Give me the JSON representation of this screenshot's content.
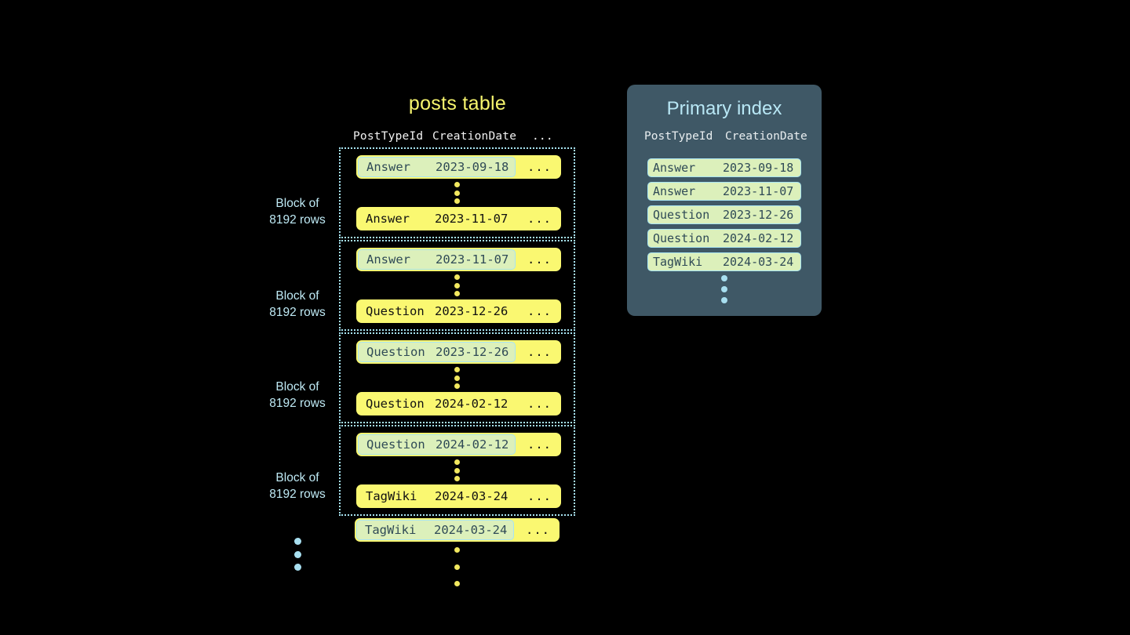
{
  "posts_table": {
    "title": "posts table",
    "columns": [
      "PostTypeId",
      "CreationDate",
      "..."
    ],
    "blocks": [
      {
        "label_line1": "Block of",
        "label_line2": "8192 rows",
        "first_row": {
          "type": "Answer",
          "date": "2023-09-18",
          "more": "...",
          "highlighted": true
        },
        "last_row": {
          "type": "Answer",
          "date": "2023-11-07",
          "more": "...",
          "highlighted": false
        }
      },
      {
        "label_line1": "Block of",
        "label_line2": "8192 rows",
        "first_row": {
          "type": "Answer",
          "date": "2023-11-07",
          "more": "...",
          "highlighted": true
        },
        "last_row": {
          "type": "Question",
          "date": "2023-12-26",
          "more": "...",
          "highlighted": false
        }
      },
      {
        "label_line1": "Block of",
        "label_line2": "8192 rows",
        "first_row": {
          "type": "Question",
          "date": "2023-12-26",
          "more": "...",
          "highlighted": true
        },
        "last_row": {
          "type": "Question",
          "date": "2024-02-12",
          "more": "...",
          "highlighted": false
        }
      },
      {
        "label_line1": "Block of",
        "label_line2": "8192 rows",
        "first_row": {
          "type": "Question",
          "date": "2024-02-12",
          "more": "...",
          "highlighted": true
        },
        "last_row": {
          "type": "TagWiki",
          "date": "2024-03-24",
          "more": "...",
          "highlighted": false
        }
      }
    ],
    "trailing_row": {
      "type": "TagWiki",
      "date": "2024-03-24",
      "more": "...",
      "highlighted": true
    }
  },
  "primary_index": {
    "title": "Primary index",
    "columns": [
      "PostTypeId",
      "CreationDate"
    ],
    "rows": [
      {
        "type": "Answer",
        "date": "2023-09-18"
      },
      {
        "type": "Answer",
        "date": "2023-11-07"
      },
      {
        "type": "Question",
        "date": "2023-12-26"
      },
      {
        "type": "Question",
        "date": "2024-02-12"
      },
      {
        "type": "TagWiki",
        "date": "2024-03-24"
      }
    ]
  },
  "colors": {
    "background": "#000000",
    "row_yellow": "#faf871",
    "highlight_green": "#dcf0bb",
    "accent_blue": "#a8e4f2",
    "panel_slate": "#3f5866",
    "title_yellow": "#f7f56e",
    "dot_yellow": "#f2e85f"
  }
}
